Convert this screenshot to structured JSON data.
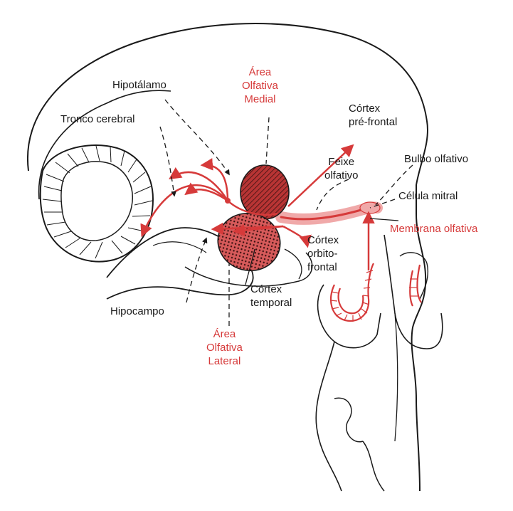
{
  "colors": {
    "ink": "#1a1a1a",
    "accent_red": "#d63a3a",
    "membrane_glow": "#f0a9a9",
    "area_fill": "#b22a2a",
    "background": "#ffffff"
  },
  "labels": {
    "area_medial": [
      "Área",
      "Olfativa",
      "Medial"
    ],
    "hipotalamo": "Hipotálamo",
    "tronco": "Tronco cerebral",
    "cortex_pre": [
      "Córtex",
      "pré-frontal"
    ],
    "feixe": [
      "Feixe",
      "olfativo"
    ],
    "bulbo": "Bulbo olfativo",
    "celula": "Célula mitral",
    "membrana": "Membrana olfativa",
    "cortex_orbito": [
      "Córtex",
      "orbito-",
      "frontal"
    ],
    "cortex_temporal": [
      "Córtex",
      "temporal"
    ],
    "hipocampo": "Hipocampo",
    "area_lateral": [
      "Área",
      "Olfativa",
      "Lateral"
    ]
  },
  "icons": {
    "head_outline": "head-outline-icon",
    "cerebellum": "cerebellum-icon",
    "nasal_cavity": "nasal-cavity-icon",
    "arrow": "arrow-icon"
  }
}
